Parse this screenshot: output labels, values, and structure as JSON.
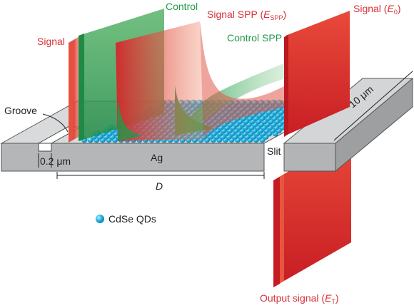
{
  "labels": {
    "signal_left": "Signal",
    "control": "Control",
    "signal_spp": "Signal SPP (",
    "signal_spp_e": "E",
    "signal_spp_sub": "SPP",
    "signal_spp_close": ")",
    "signal_e0": "Signal (",
    "signal_e0_e": "E",
    "signal_e0_sub": "0",
    "signal_e0_close": ")",
    "control_spp": "Control SPP",
    "groove": "Groove",
    "width_02": "0.2 μm",
    "ag": "Ag",
    "slit": "Slit",
    "ten_um": "10 μm",
    "d": "D",
    "legend_qd": "CdSe QDs",
    "output": "Output signal (",
    "output_e": "E",
    "output_sub": "T",
    "output_close": ")"
  },
  "colors": {
    "signal_red": "#e0302e",
    "control_green": "#1f9a4a",
    "qd_cyan": "#27b7e3",
    "metal_gray": "#c9cacb",
    "label_red": "#d8323a",
    "label_green": "#1f9a4a"
  }
}
